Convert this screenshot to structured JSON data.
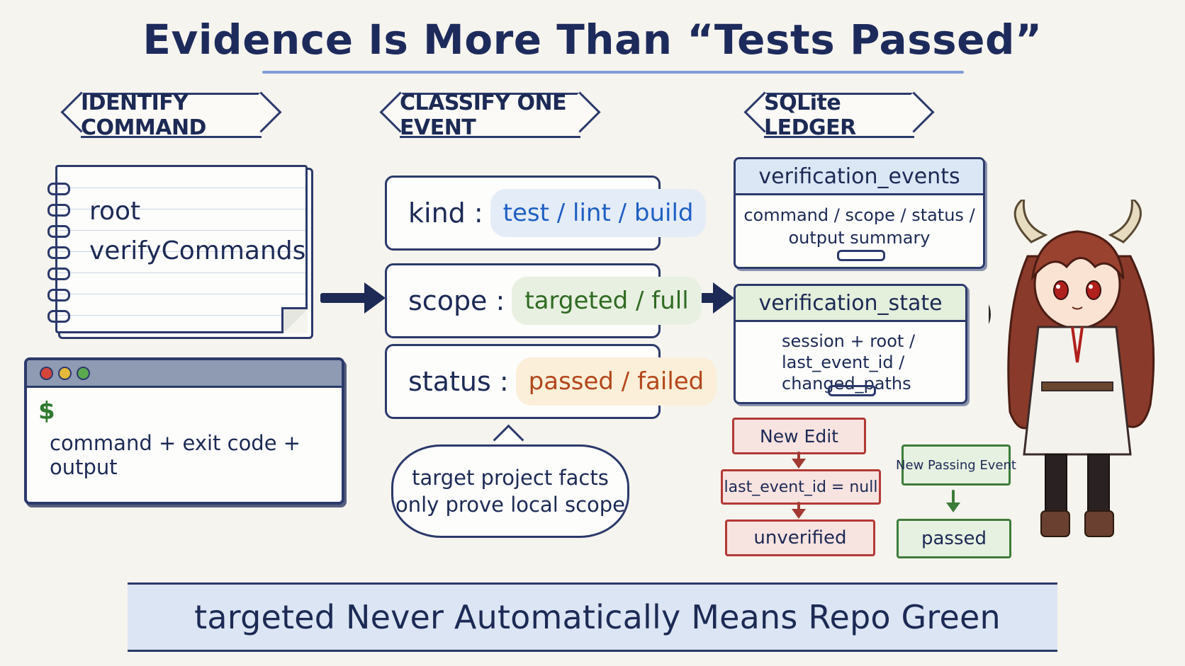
{
  "title": "Evidence Is More Than “Tests Passed”",
  "columns": {
    "identify": {
      "header": "IDENTIFY COMMAND",
      "notebook": {
        "line1": "root",
        "line2": "verifyCommands"
      },
      "terminal": {
        "prompt": "$",
        "text": "command + exit code + output"
      }
    },
    "classify": {
      "header": "CLASSIFY ONE EVENT",
      "rows": [
        {
          "key": "kind :",
          "value": "test / lint / build",
          "color": "#1e5fc4",
          "bg": "#e4ecf8"
        },
        {
          "key": "scope :",
          "value": "targeted / full",
          "color": "#2f6b22",
          "bg": "#e8f0e1"
        },
        {
          "key": "status :",
          "value": "passed / failed",
          "color": "#b5461c",
          "bg": "#fbefd9"
        }
      ],
      "note": {
        "line1": "target project facts",
        "line2": "only prove local scope"
      }
    },
    "ledger": {
      "header": "SQLite LEDGER",
      "events_table": {
        "name": "verification_events",
        "line1": "command / scope / status /",
        "line2": "output summary",
        "head_bg": "#dce7f6"
      },
      "state_table": {
        "name": "verification_state",
        "line1": "session + root /",
        "line2": "last_event_id /",
        "line3": "changed_paths",
        "head_bg": "#e4efdc"
      },
      "edit_flow": [
        "New Edit",
        "last_event_id = null",
        "unverified"
      ],
      "pass_flow": [
        "New Passing Event",
        "passed"
      ]
    }
  },
  "banner": "targeted  Never Automatically Means Repo Green",
  "icons": {
    "arrows": "right-arrow-icon",
    "mascot": "horned-girl-with-magnifying-glass"
  }
}
